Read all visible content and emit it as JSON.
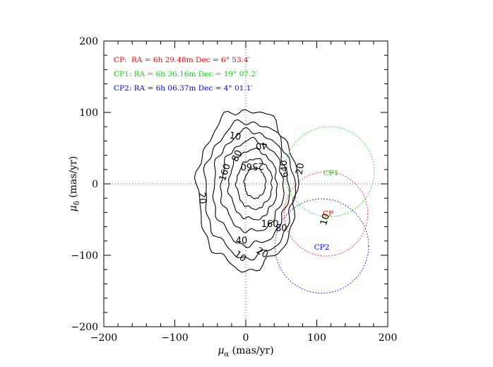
{
  "chart_data": {
    "type": "contour",
    "xlabel": {
      "symbol": "μ",
      "sub": "α",
      "unit": " (mas/yr)"
    },
    "ylabel": {
      "symbol": "μ",
      "sub": "δ",
      "unit": " (mas/yr)"
    },
    "xlim": [
      -200,
      200
    ],
    "ylim": [
      -200,
      200
    ],
    "xticks": [
      -200,
      -100,
      0,
      100,
      200
    ],
    "yticks": [
      -200,
      -100,
      0,
      100,
      200
    ],
    "xtick_labels": [
      "−200",
      "−100",
      "0",
      "100",
      "200"
    ],
    "ytick_labels": [
      "−200",
      "−100",
      "0",
      "100",
      "200"
    ],
    "reference_lines": {
      "x": 0,
      "y": 0,
      "style": "dotted"
    },
    "contours": [
      {
        "level": 10,
        "cx": 2,
        "cy": -8,
        "rx": 70,
        "ry": 112
      },
      {
        "level": 20,
        "cx": 5,
        "cy": -8,
        "rx": 63,
        "ry": 95
      },
      {
        "level": 40,
        "cx": 7,
        "cy": -6,
        "rx": 53,
        "ry": 80
      },
      {
        "level": 80,
        "cx": 9,
        "cy": -3,
        "rx": 44,
        "ry": 64
      },
      {
        "level": 160,
        "cx": 10,
        "cy": -1,
        "rx": 34,
        "ry": 49
      },
      {
        "level": 640,
        "cx": 12,
        "cy": 0,
        "rx": 25,
        "ry": 35
      },
      {
        "level": 2560,
        "cx": 13,
        "cy": 1,
        "rx": 15,
        "ry": 21
      }
    ],
    "contour_labels": [
      {
        "text": "10",
        "x": -15,
        "y": 66,
        "rot": 10
      },
      {
        "text": "40",
        "x": 22,
        "y": 54,
        "rot": 175
      },
      {
        "text": "80",
        "x": -12,
        "y": 39,
        "rot": -65
      },
      {
        "text": "160",
        "x": -29,
        "y": 16,
        "rot": -72
      },
      {
        "text": "2560",
        "x": 9,
        "y": 25,
        "rot": 178
      },
      {
        "text": "640",
        "x": 55,
        "y": 21,
        "rot": -95
      },
      {
        "text": "20",
        "x": 77,
        "y": 21,
        "rot": -80
      },
      {
        "text": "20",
        "x": -62,
        "y": -20,
        "rot": 85
      },
      {
        "text": "160",
        "x": 34,
        "y": -57,
        "rot": 0
      },
      {
        "text": "80",
        "x": 50,
        "y": -63,
        "rot": 0
      },
      {
        "text": "40",
        "x": -6,
        "y": -80,
        "rot": 0
      },
      {
        "text": "10",
        "x": 112,
        "y": -50,
        "rot": -75
      },
      {
        "text": "10",
        "x": -8,
        "y": -102,
        "rot": 35
      },
      {
        "text": "20",
        "x": 23,
        "y": -97,
        "rot": 30
      }
    ],
    "circles": [
      {
        "name": "CP",
        "label": "CP",
        "cx": 113,
        "cy": -42,
        "r": 59,
        "color": "#ff0000",
        "label_x": 116,
        "label_y": -42
      },
      {
        "name": "CP1",
        "label": "CP1",
        "cx": 118,
        "cy": 17,
        "r": 63,
        "color": "#00dd00",
        "label_x": 120,
        "label_y": 15
      },
      {
        "name": "CP2",
        "label": "CP2",
        "cx": 107,
        "cy": -87,
        "r": 66,
        "color": "#0000ff",
        "label_x": 107,
        "label_y": -89
      }
    ],
    "legend": [
      {
        "text": "CP:  RA = 6h 29.48m Dec = 6° 53.4′",
        "color": "#ff0000"
      },
      {
        "text": "CP1: RA = 6h 36.16m Dec = 19° 07.2′",
        "color": "#00dd00"
      },
      {
        "text": "CP2: RA = 6h 06.37m Dec = 4° 01.1′",
        "color": "#0000ff"
      }
    ],
    "legend_position": "top-left",
    "grid": false
  }
}
